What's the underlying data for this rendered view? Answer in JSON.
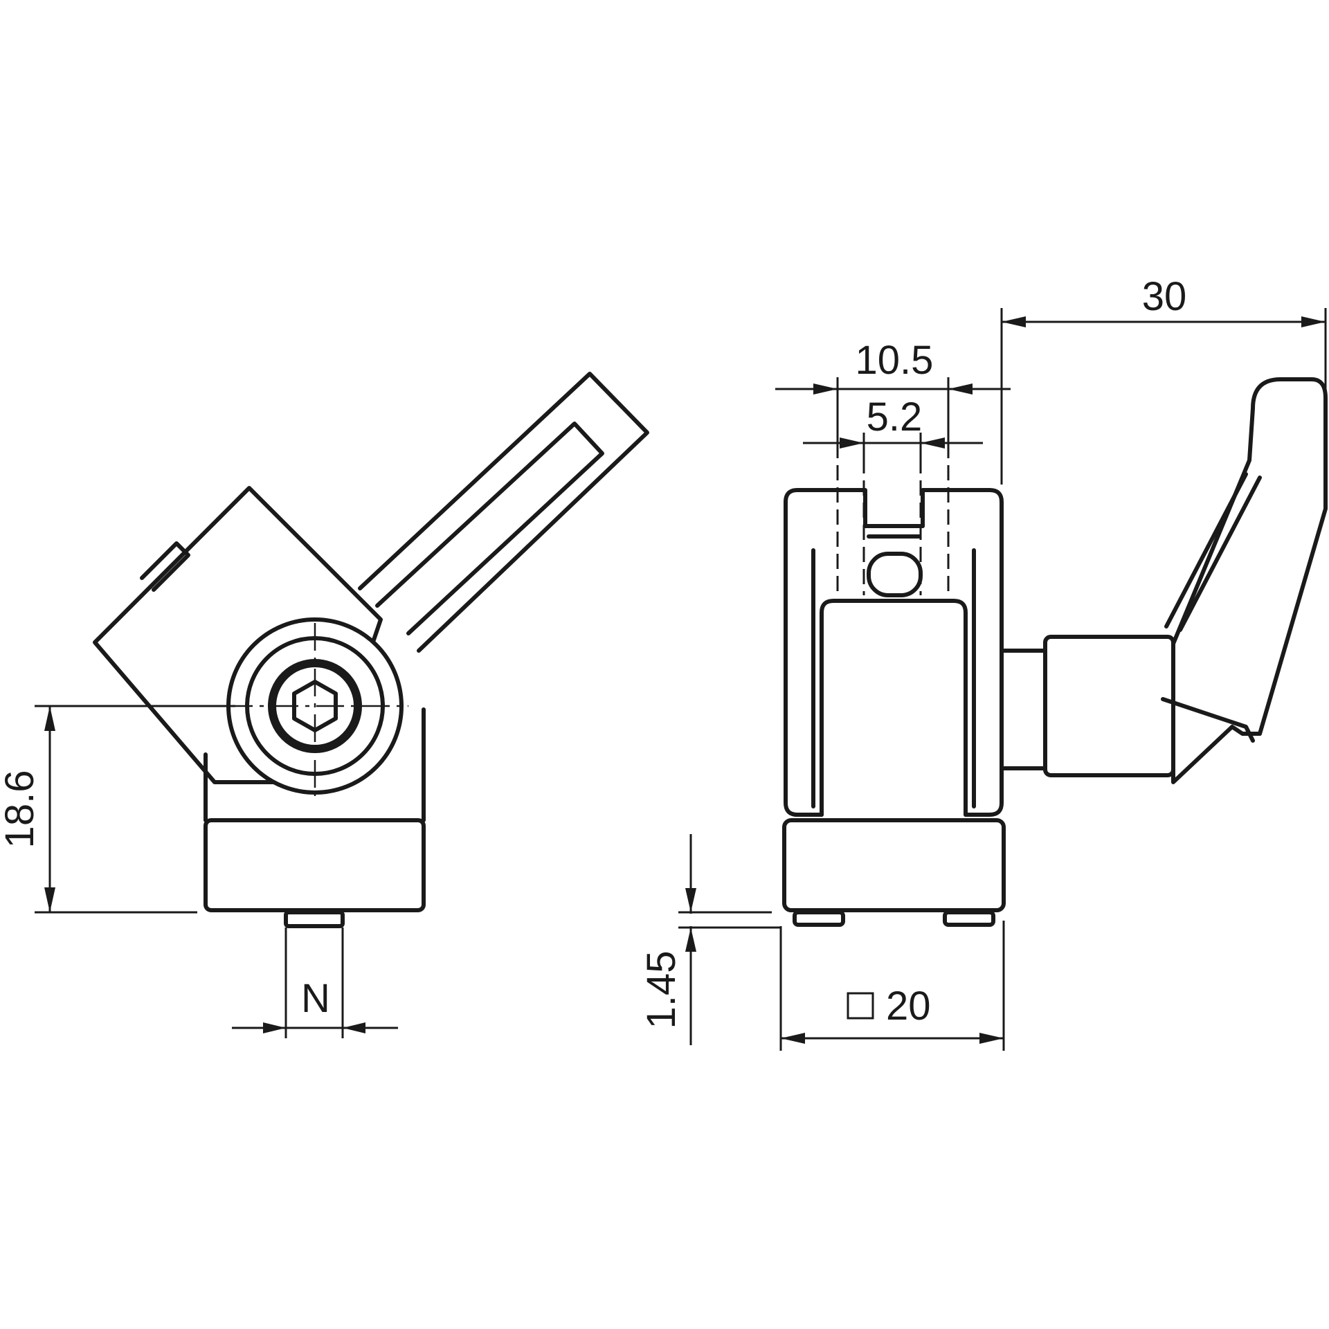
{
  "dimensions": {
    "height": "18.6",
    "nut_width": "N",
    "slot_outer": "10.5",
    "slot_inner": "5.2",
    "lever_reach": "30",
    "feature_height": "1.45",
    "profile_size": "20"
  }
}
